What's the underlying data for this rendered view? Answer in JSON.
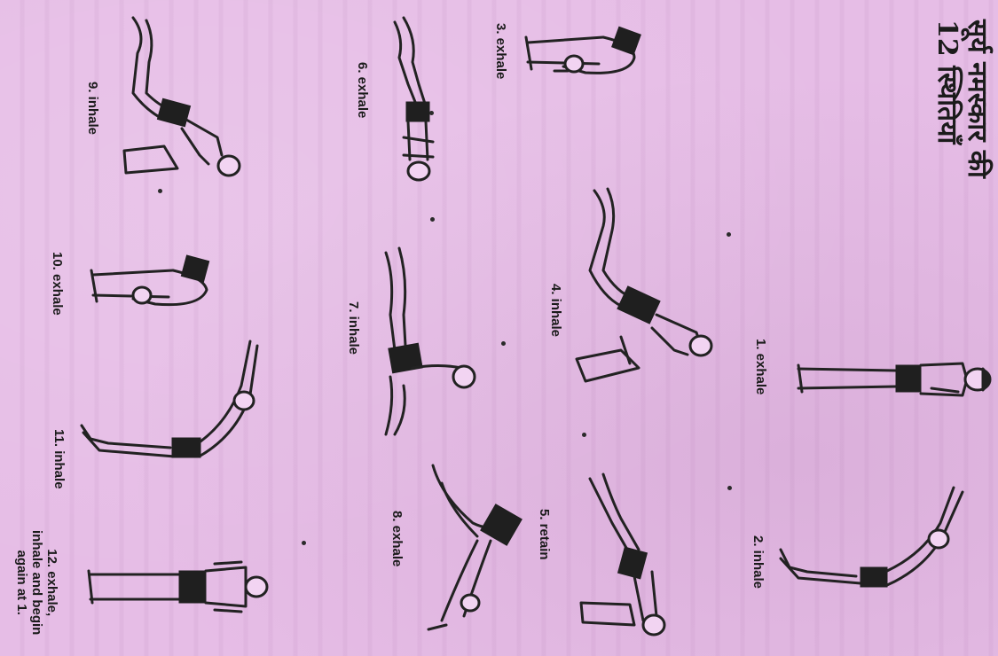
{
  "title": {
    "line1": "सूर्य नमस्कार की",
    "line2": "12 स्थितियाँ"
  },
  "positions": [
    {
      "number": "1.",
      "breath": "exhale",
      "text": "1. exhale"
    },
    {
      "number": "2.",
      "breath": "inhale",
      "text": "2. inhale"
    },
    {
      "number": "3.",
      "breath": "exhale",
      "text": "3. exhale"
    },
    {
      "number": "4.",
      "breath": "inhale",
      "text": "4. inhale"
    },
    {
      "number": "5.",
      "breath": "retain",
      "text": "5. retain"
    },
    {
      "number": "6.",
      "breath": "exhale",
      "text": "6. exhale"
    },
    {
      "number": "7.",
      "breath": "inhale",
      "text": "7. inhale"
    },
    {
      "number": "8.",
      "breath": "exhale",
      "text": "8. exhale"
    },
    {
      "number": "9.",
      "breath": "inhale",
      "text": "9. inhale"
    },
    {
      "number": "10.",
      "breath": "exhale",
      "text": "10. exhale"
    },
    {
      "number": "11.",
      "breath": "inhale",
      "text": "11. inhale"
    },
    {
      "number": "12.",
      "breath": "exhale, inhale and begin again at 1.",
      "text": "12. exhale,\ninhale and begin\nagain at 1."
    }
  ],
  "colors": {
    "paper": "#e6bde6",
    "ink": "#1b1b1b"
  }
}
